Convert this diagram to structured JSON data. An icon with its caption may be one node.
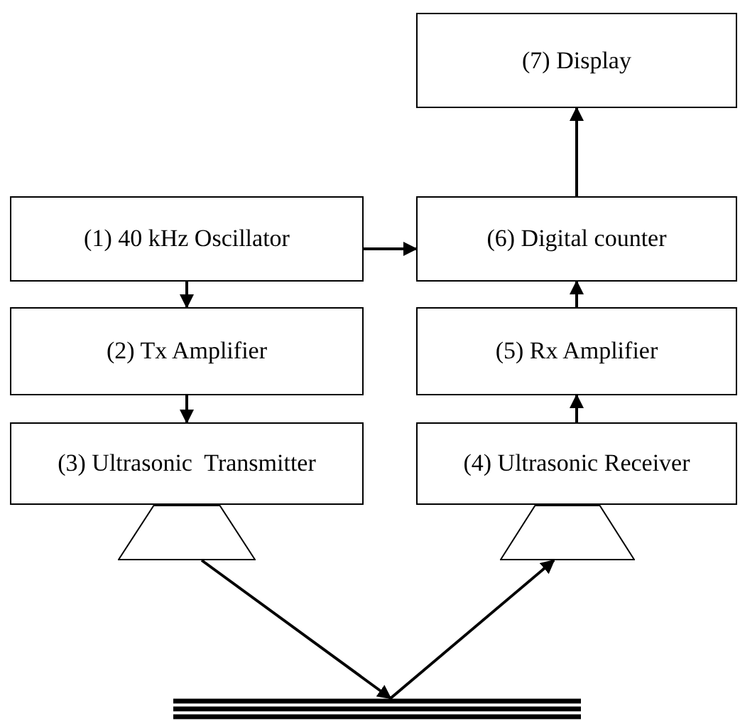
{
  "diagram": {
    "nodes": [
      {
        "text": [
          "(7) Display"
        ]
      },
      {
        "text": [
          "(1) 40 kHz Oscillator"
        ]
      },
      {
        "text": [
          "(6) Digital counter"
        ]
      },
      {
        "text": [
          "(2) Tx Amplifier"
        ]
      },
      {
        "text": [
          "(5) Rx Amplifier"
        ]
      },
      {
        "text": [
          "(3) Ultrasonic  Transmitter"
        ]
      },
      {
        "text": [
          "(4) Ultrasonic Receiver"
        ]
      },
      {
        "text": [],
        "shape": "trapezoid"
      },
      {
        "text": [],
        "shape": "trapezoid"
      },
      {
        "text": [],
        "shape": "bar"
      }
    ],
    "edges": [
      {
        "from": 1,
        "to": 2,
        "arrow": "to"
      },
      {
        "from": 1,
        "to": 3,
        "arrow": "to"
      },
      {
        "from": 3,
        "to": 5,
        "arrow": "to"
      },
      {
        "from": 6,
        "to": 4,
        "arrow": "to"
      },
      {
        "from": 4,
        "to": 2,
        "arrow": "to"
      },
      {
        "from": 2,
        "to": 0,
        "arrow": "to"
      },
      {
        "from": 7,
        "to": 9,
        "arrow": "to"
      },
      {
        "from": 9,
        "to": 8,
        "arrow": "to"
      }
    ]
  }
}
